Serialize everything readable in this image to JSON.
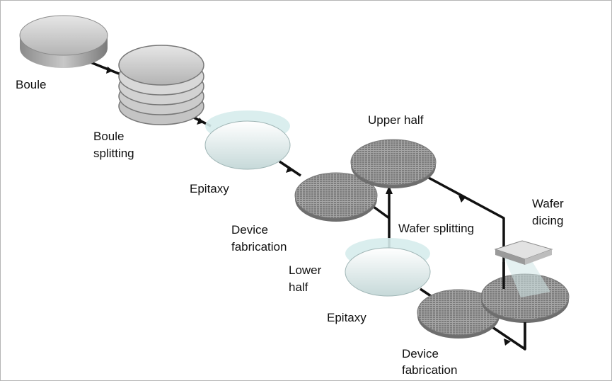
{
  "labels": {
    "boule": "Boule",
    "boule_splitting_1": "Boule",
    "boule_splitting_2": "splitting",
    "epitaxy_top": "Epitaxy",
    "device_fab_top_1": "Device",
    "device_fab_top_2": "fabrication",
    "upper_half": "Upper half",
    "wafer_splitting": "Wafer splitting",
    "lower_half_1": "Lower",
    "lower_half_2": "half",
    "epitaxy_bottom": "Epitaxy",
    "device_fab_bottom_1": "Device",
    "device_fab_bottom_2": "fabrication",
    "wafer_dicing_1": "Wafer",
    "wafer_dicing_2": "dicing"
  },
  "colors": {
    "flow_line": "#111111",
    "disk_gray": "#b8b8b8",
    "epi_layer": "#cfe6e6",
    "patterned": "#8d8d8d"
  },
  "icons": {
    "boule": "boule-disk-icon",
    "stack": "split-wafer-stack-icon",
    "epi_wafer": "epitaxial-wafer-icon",
    "patterned_wafer": "patterned-wafer-icon",
    "dicing_tool": "dicing-saw-icon"
  }
}
